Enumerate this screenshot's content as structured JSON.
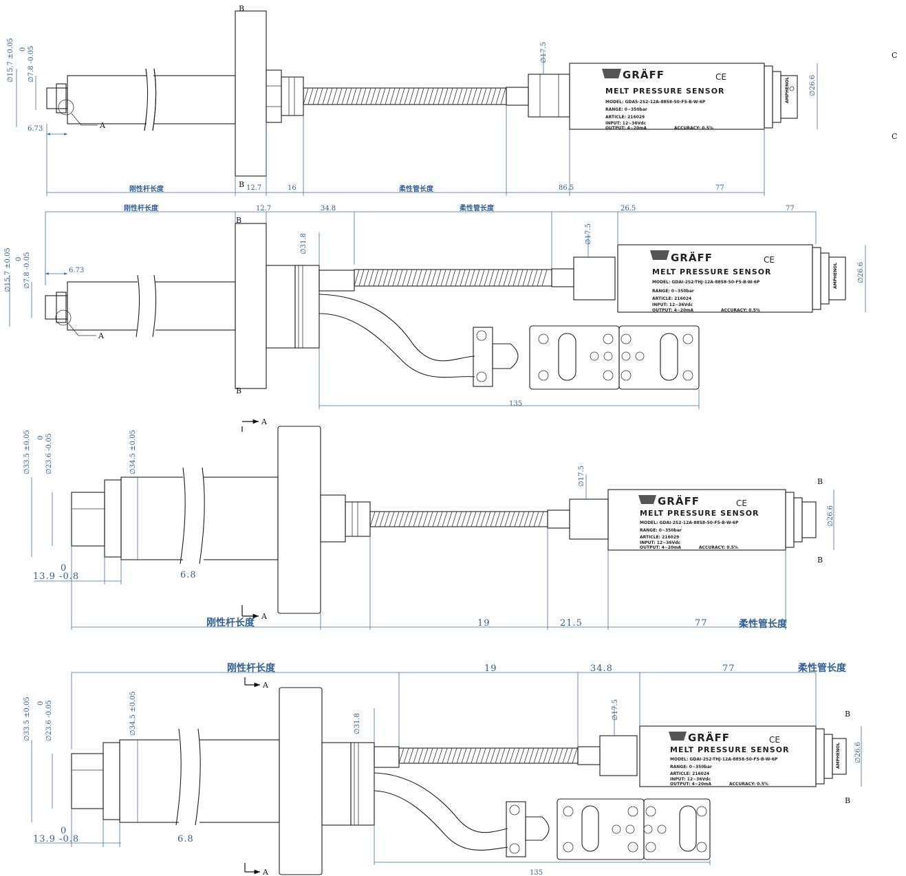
{
  "margin_letters": {
    "c1": "C",
    "c2": "C"
  },
  "view1": {
    "dia_outer": "∅15.7  ±0.05",
    "dia_tol_zero": "0",
    "dia_inner": "∅7.8  -0.05",
    "dim_tip": "6.73",
    "detail_a": "A",
    "section_b_top": "B",
    "section_b_bottom": "B",
    "dim_flange": "12.7",
    "dim_neck": "16",
    "rigid_len": "刚性杆长度",
    "flex_len": "柔性管长度",
    "dim_nut": "86.5",
    "dim_body": "77",
    "dim_nut_dia": "∅17.5",
    "dim_body_dia": "∅26.6",
    "sensor": {
      "brand": "GRÄFF",
      "ce": "CE",
      "title": "MELT PRESSURE SENSOR",
      "model": "MODEL: GDA5-2S2-12A-8858-50-F5-B-W-6P",
      "range": "RANGE: 0~350bar",
      "article": "ARTICLE: 216029",
      "input": "INPUT: 12~36Vdc",
      "output": "OUTPUT: 4~20mA",
      "accuracy": "ACCURACY: 0.5%",
      "connector": "AMPHENOL"
    }
  },
  "view2": {
    "rigid_len": "刚性杆长度",
    "dim_flange": "12.7",
    "dim_housing": "34.8",
    "flex_len": "柔性管长度",
    "dim_nut": "26.5",
    "dim_body": "77",
    "dia_outer": "∅15.7  ±0.05",
    "dia_tol_zero": "0",
    "dia_inner": "∅7.8  -0.05",
    "dim_tip": "6.73",
    "detail_a": "A",
    "section_b_top": "B",
    "section_b_bottom": "B",
    "dim_housing_dia": "∅31.8",
    "dim_nut_dia": "∅17.5",
    "dim_body_dia": "∅26.6",
    "dim_thermo": "135",
    "sensor": {
      "brand": "GRÄFF",
      "ce": "CE",
      "title": "MELT PRESSURE SENSOR",
      "model": "MODEL: GDAI-2S2-THJ-12A-8858-50-F5-B-W-6P",
      "range": "RANGE: 0~350bar",
      "article": "ARTICLE: 216024",
      "input": "INPUT: 12~36Vdc",
      "output": "OUTPUT: 4~20mA",
      "accuracy": "ACCURACY: 0.5%",
      "connector": "AMPHENOL"
    }
  },
  "view3": {
    "dia_outer": "∅33.5  ±0.05",
    "dia_tol_zero": "0",
    "dia_inner": "∅23.6  -0.05",
    "dia_step": "∅34.5  ±0.05",
    "section_a_top": "A",
    "section_a_bottom": "A",
    "dim_tip_zero": "0",
    "dim_tip": "13.9  -0.8",
    "dim_step": "6.8",
    "rigid_len": "刚性杆长度",
    "dim_neck": "19",
    "dim_nut": "21.5",
    "dim_body": "77",
    "flex_len": "柔性管长度",
    "dim_nut_dia": "∅17.5",
    "dim_body_dia": "∅26.6",
    "section_b_top": "B",
    "section_b_bottom": "B",
    "sensor": {
      "brand": "GRÄFF",
      "ce": "CE",
      "title": "MELT PRESSURE SENSOR",
      "model": "MODEL: GDAI-2S2-12A-8858-50-F5-B-W-6P",
      "range": "RANGE: 0~350bar",
      "article": "ARTICLE: 216029",
      "input": "INPUT: 12~36Vdc",
      "output": "OUTPUT: 4~20mA",
      "accuracy": "ACCURACY: 0.5%"
    }
  },
  "view4": {
    "rigid_len": "刚性杆长度",
    "dim_neck": "19",
    "dim_housing": "34.8",
    "dim_body": "77",
    "flex_len": "柔性管长度",
    "section_a_top": "A",
    "section_a_bottom": "A",
    "dia_outer": "∅33.5  ±0.05",
    "dia_tol_zero": "0",
    "dia_inner": "∅23.6  -0.05",
    "dia_step": "∅34.5  ±0.05",
    "dim_housing_dia": "∅31.8",
    "dim_nut_dia": "∅17.5",
    "dim_body_dia": "∅26.6",
    "section_b_top": "B",
    "section_b_bottom": "B",
    "dim_tip_zero": "0",
    "dim_tip": "13.9  -0.8",
    "dim_step": "6.8",
    "dim_thermo": "135",
    "sensor": {
      "brand": "GRÄFF",
      "ce": "CE",
      "title": "MELT PRESSURE SENSOR",
      "model": "MODEL: GDAI-2S2-THJ-12A-8858-50-F5-B-W-6P",
      "range": "RANGE: 0~350bar",
      "article": "ARTICLE: 216024",
      "input": "INPUT: 12~36Vdc",
      "output": "OUTPUT: 4~20mA",
      "accuracy": "ACCURACY: 0.5%",
      "connector": "AMPHENOL"
    }
  }
}
